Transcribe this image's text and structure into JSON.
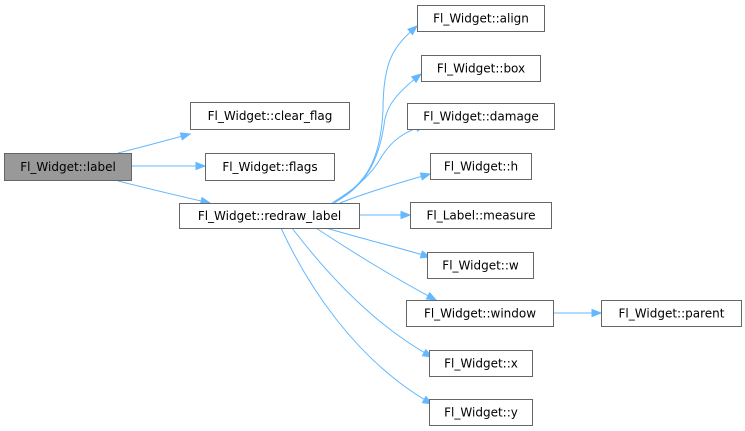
{
  "graph": {
    "nodes": [
      {
        "id": "label",
        "label": "Fl_Widget::label",
        "root": true
      },
      {
        "id": "clear_flag",
        "label": "Fl_Widget::clear_flag"
      },
      {
        "id": "flags",
        "label": "Fl_Widget::flags"
      },
      {
        "id": "redraw_label",
        "label": "Fl_Widget::redraw_label"
      },
      {
        "id": "align",
        "label": "Fl_Widget::align"
      },
      {
        "id": "box",
        "label": "Fl_Widget::box"
      },
      {
        "id": "damage",
        "label": "Fl_Widget::damage"
      },
      {
        "id": "h",
        "label": "Fl_Widget::h"
      },
      {
        "id": "measure",
        "label": "Fl_Label::measure"
      },
      {
        "id": "w",
        "label": "Fl_Widget::w"
      },
      {
        "id": "window",
        "label": "Fl_Widget::window"
      },
      {
        "id": "parent",
        "label": "Fl_Widget::parent"
      },
      {
        "id": "x",
        "label": "Fl_Widget::x"
      },
      {
        "id": "y",
        "label": "Fl_Widget::y"
      }
    ],
    "edges": [
      {
        "from": "label",
        "to": "clear_flag"
      },
      {
        "from": "label",
        "to": "flags"
      },
      {
        "from": "label",
        "to": "redraw_label"
      },
      {
        "from": "redraw_label",
        "to": "align"
      },
      {
        "from": "redraw_label",
        "to": "box"
      },
      {
        "from": "redraw_label",
        "to": "damage"
      },
      {
        "from": "redraw_label",
        "to": "h"
      },
      {
        "from": "redraw_label",
        "to": "measure"
      },
      {
        "from": "redraw_label",
        "to": "w"
      },
      {
        "from": "redraw_label",
        "to": "window"
      },
      {
        "from": "redraw_label",
        "to": "x"
      },
      {
        "from": "redraw_label",
        "to": "y"
      },
      {
        "from": "window",
        "to": "parent"
      }
    ],
    "colors": {
      "edge": "#63b8ff",
      "node_border": "#666666",
      "root_fill": "#999999",
      "node_fill": "#ffffff"
    }
  }
}
